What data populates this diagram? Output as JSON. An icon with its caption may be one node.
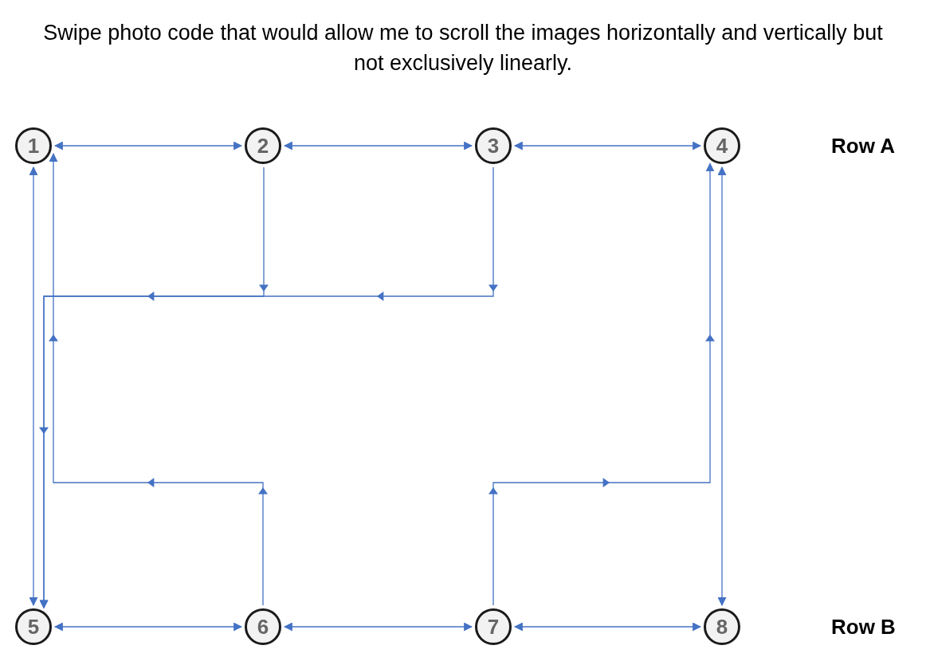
{
  "diagram": {
    "title": "Swipe photo code that would allow me to scroll the images horizontally and vertically but not exclusively linearly.",
    "nodes": [
      {
        "text": [
          "1"
        ]
      },
      {
        "text": [
          "2"
        ]
      },
      {
        "text": [
          "3"
        ]
      },
      {
        "text": [
          "4"
        ]
      },
      {
        "text": [
          "5"
        ]
      },
      {
        "text": [
          "6"
        ]
      },
      {
        "text": [
          "7"
        ]
      },
      {
        "text": [
          "8"
        ]
      }
    ],
    "edges": [
      {
        "from": 0,
        "to": 1,
        "arrow": "both"
      },
      {
        "from": 1,
        "to": 2,
        "arrow": "both"
      },
      {
        "from": 2,
        "to": 3,
        "arrow": "both"
      },
      {
        "from": 0,
        "to": 4,
        "arrow": "both"
      },
      {
        "from": 1,
        "to": 4,
        "arrow": "to"
      },
      {
        "from": 2,
        "to": 4,
        "arrow": "to"
      },
      {
        "from": 5,
        "to": 0,
        "arrow": "to"
      },
      {
        "from": 6,
        "to": 3,
        "arrow": "to"
      },
      {
        "from": 3,
        "to": 7,
        "arrow": "both"
      },
      {
        "from": 4,
        "to": 5,
        "arrow": "both"
      },
      {
        "from": 5,
        "to": 6,
        "arrow": "both"
      },
      {
        "from": 6,
        "to": 7,
        "arrow": "both"
      }
    ],
    "labels": [
      "Row A",
      "Row B"
    ]
  }
}
